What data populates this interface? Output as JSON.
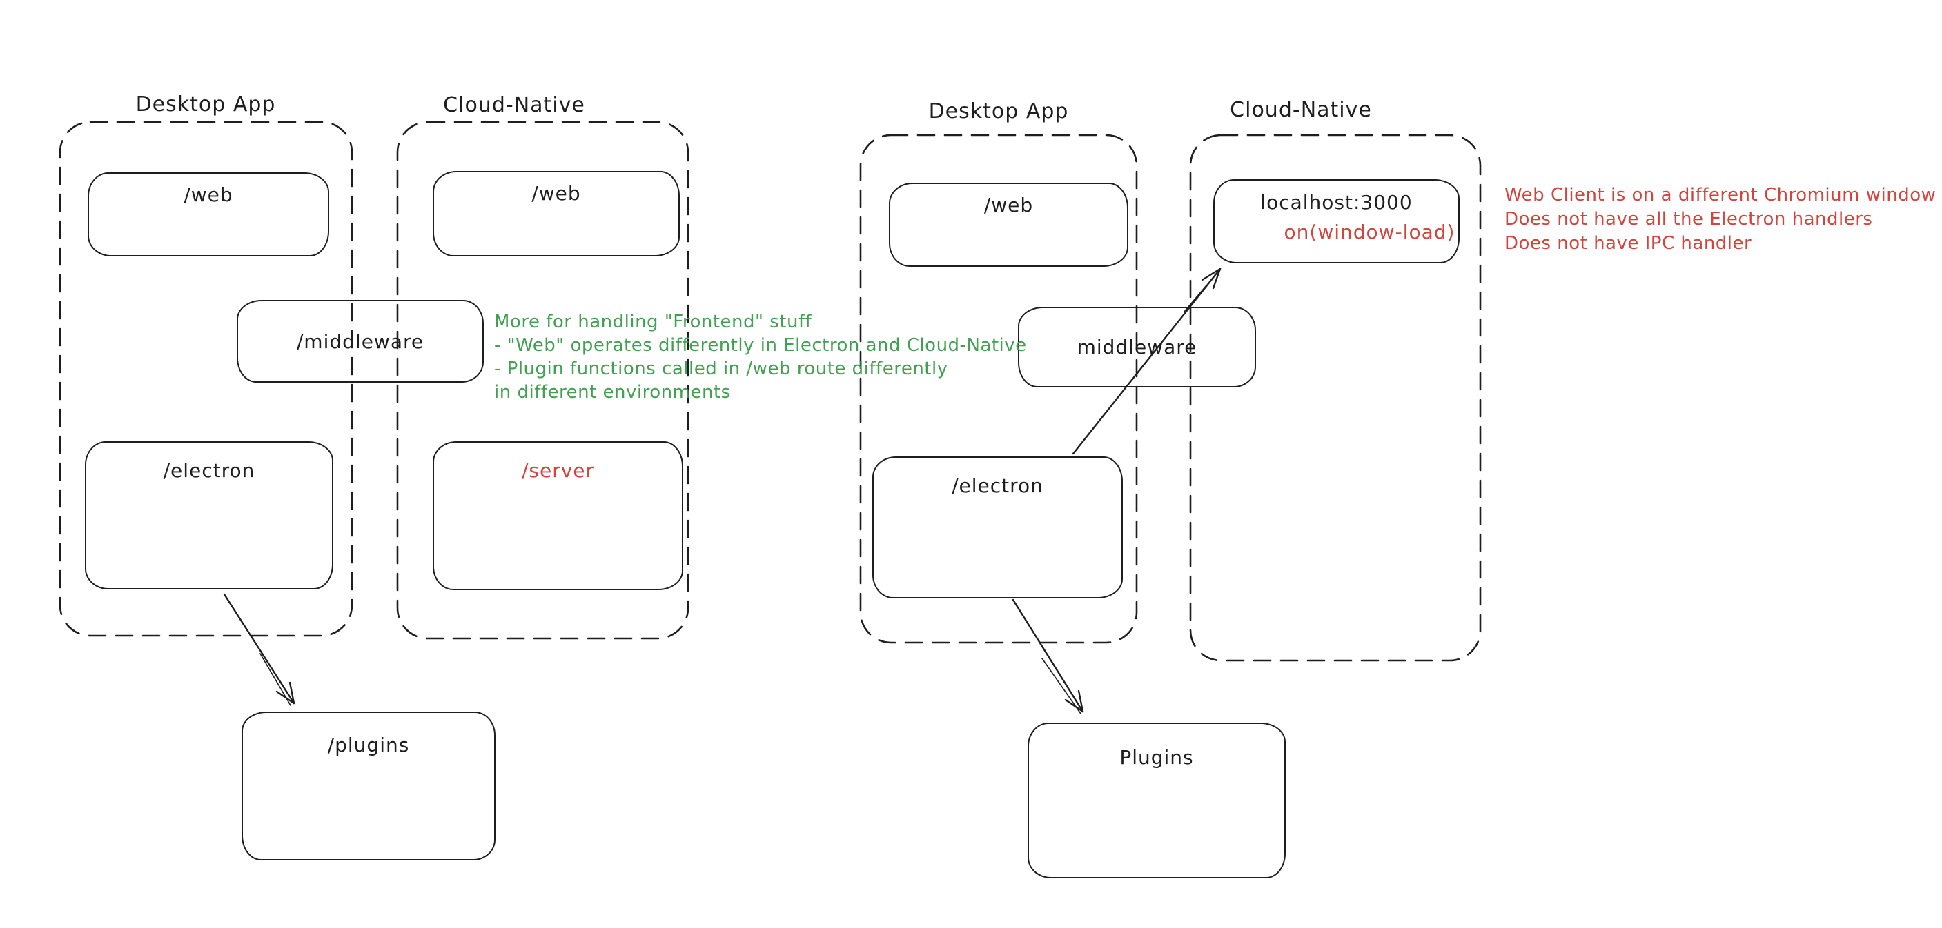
{
  "colors": {
    "stroke": "#1e1e1e",
    "green": "#43a053",
    "red": "#d2443c"
  },
  "left": {
    "desktop_title": "Desktop App",
    "cloud_title": "Cloud-Native",
    "web_desktop_label": "/web",
    "web_cloud_label": "/web",
    "middleware_label": "/middleware",
    "electron_label": "/electron",
    "server_label": "/server",
    "plugins_label": "/plugins"
  },
  "right": {
    "desktop_title": "Desktop App",
    "cloud_title": "Cloud-Native",
    "web_desktop_label": "/web",
    "localhost_label": "localhost:3000",
    "window_load_label": "on(window-load)",
    "middleware_label": "middleware",
    "electron_label": "/electron",
    "plugins_label": "Plugins"
  },
  "notes": {
    "green": {
      "line1": "More for handling \"Frontend\" stuff",
      "line2": "- \"Web\" operates differently in Electron and Cloud-Native",
      "line3": "- Plugin functions called in /web route differently",
      "line4": "in different environments"
    },
    "red": {
      "line1": "Web Client is on a different Chromium window",
      "line2": "Does not have all the Electron handlers",
      "line3": "Does not have IPC handler"
    }
  }
}
